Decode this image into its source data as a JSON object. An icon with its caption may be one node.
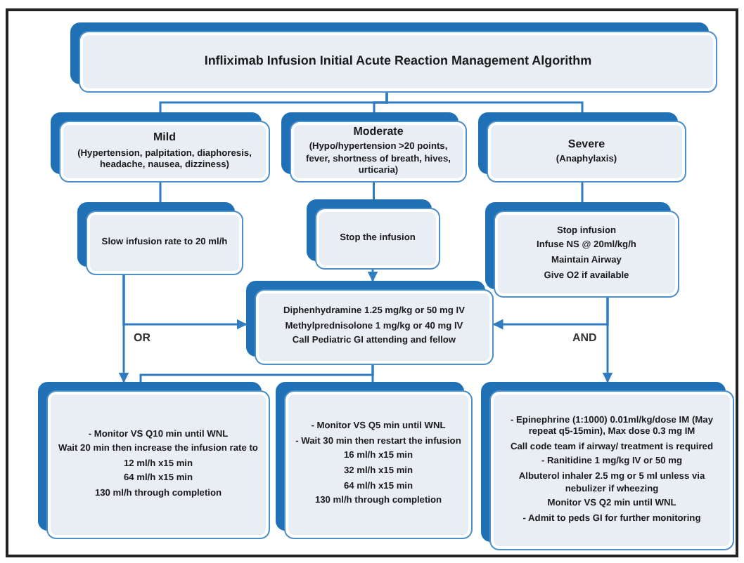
{
  "diagram": {
    "nodes": [
      {
        "text": [
          "Infliximab Infusion Initial Acute Reaction Management Algorithm"
        ]
      },
      {
        "text": [
          "Mild",
          "(Hypertension, palpitation, diaphoresis, headache, nausea, dizziness)"
        ]
      },
      {
        "text": [
          "Moderate",
          "(Hypo/hypertension >20 points, fever, shortness of breath, hives, urticaria)"
        ]
      },
      {
        "text": [
          "Severe",
          "(Anaphylaxis)"
        ]
      },
      {
        "text": [
          "Slow infusion rate to 20 ml/h"
        ]
      },
      {
        "text": [
          "Stop the infusion"
        ]
      },
      {
        "text": [
          "Stop infusion",
          "Infuse NS @ 20ml/kg/h",
          "Maintain Airway",
          "Give O2 if available"
        ]
      },
      {
        "text": [
          "Diphenhydramine 1.25 mg/kg or 50 mg IV",
          "Methylprednisolone 1 mg/kg or 40 mg IV",
          "Call Pediatric GI attending and fellow"
        ]
      },
      {
        "text": [
          "- Monitor VS Q10 min until WNL",
          "Wait 20 min then increase the infusion rate to",
          "12 ml/h x15 min",
          "64 ml/h x15 min",
          "130 ml/h through completion"
        ]
      },
      {
        "text": [
          "- Monitor VS Q5 min until WNL",
          "- Wait 30 min then restart the infusion",
          "16 ml/h x15 min",
          "32 ml/h x15 min",
          "64 ml/h x15 min",
          "130 ml/h through completion"
        ]
      },
      {
        "text": [
          "- Epinephrine (1:1000) 0.01ml/kg/dose IM (May repeat q5-15min), Max dose 0.3 mg IM",
          "Call code team if airway/ treatment is required",
          "- Ranitidine 1 mg/kg IV or 50 mg",
          "Albuterol inhaler 2.5 mg or 5 ml unless via nebulizer if wheezing",
          "Monitor VS Q2 min until WNL",
          "- Admit to peds GI for further monitoring"
        ]
      }
    ],
    "edges": [
      {
        "from": 0,
        "to": 1,
        "arrow": "none"
      },
      {
        "from": 0,
        "to": 2,
        "arrow": "none"
      },
      {
        "from": 0,
        "to": 3,
        "arrow": "none"
      },
      {
        "from": 1,
        "to": 4,
        "arrow": "none"
      },
      {
        "from": 2,
        "to": 5,
        "arrow": "none"
      },
      {
        "from": 3,
        "to": 6,
        "arrow": "none"
      },
      {
        "from": 5,
        "to": 7,
        "arrow": "to"
      },
      {
        "from": 4,
        "to": 8,
        "arrow": "to"
      },
      {
        "from": 4,
        "to": 7,
        "arrow": "to",
        "label": "OR"
      },
      {
        "from": 6,
        "to": 10,
        "arrow": "to"
      },
      {
        "from": 6,
        "to": 7,
        "arrow": "to",
        "label": "AND"
      },
      {
        "from": 7,
        "to": 8,
        "arrow": "none"
      },
      {
        "from": 7,
        "to": 9,
        "arrow": "none"
      }
    ]
  }
}
